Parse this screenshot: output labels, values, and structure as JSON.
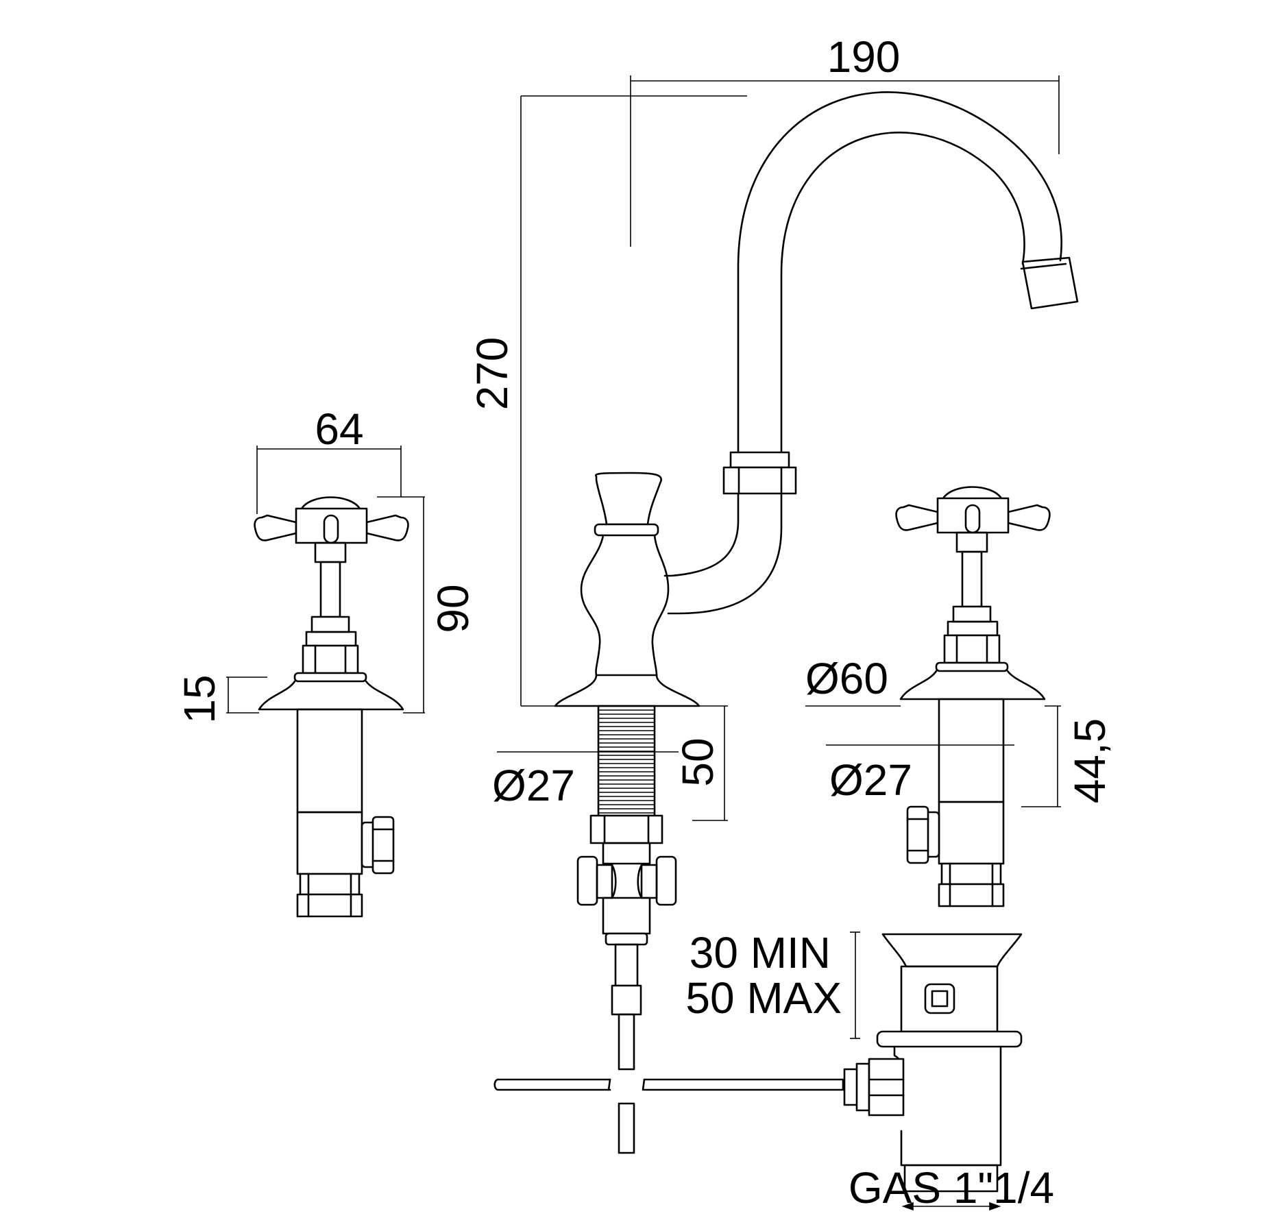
{
  "dimensions": {
    "spout_reach": "190",
    "total_height": "270",
    "handle_width": "64",
    "handle_height": "90",
    "base_height": "15",
    "shank_diameter_center": "Ø27",
    "shank_length": "50",
    "flange_diameter": "Ø60",
    "shank_diameter_right": "Ø27",
    "valve_shank_length": "44,5",
    "deck_min": "30 MIN",
    "deck_max": "50 MAX",
    "waste_thread": "GAS 1\"1/4"
  }
}
